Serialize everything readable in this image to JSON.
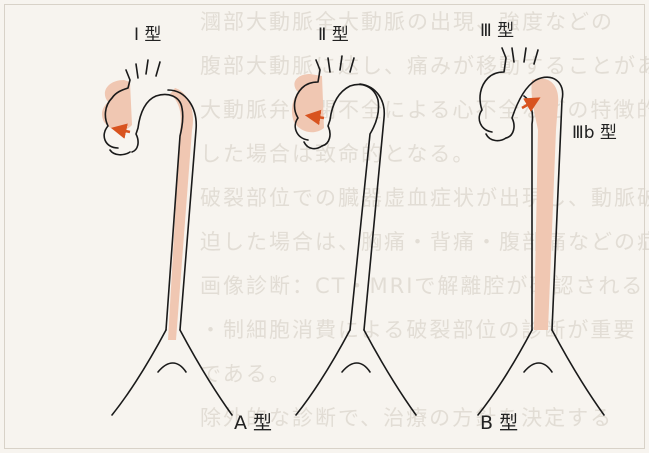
{
  "labels": {
    "type_I": "Ⅰ 型",
    "type_II": "Ⅱ 型",
    "type_III": "Ⅲ 型",
    "type_IIIb": "Ⅲb 型",
    "stanford_A": "A 型",
    "stanford_B": "B 型"
  },
  "colors": {
    "dissection_fill": "#f0c7b2",
    "entry_arrow": "#d8531f",
    "vessel_outline": "#1a1a1a",
    "background": "#f7f4ef"
  },
  "background_text": [
    "漍部大動脈全大動脈の出現、強度などの",
    "腹部大動脈に达し、痛みが移動することがある",
    "大動脈弁関閉不全による心不全などの特徴的",
    "した場合は致命的となる。",
    "破裂部位での臓器虚血症状が出現し、動脈破",
    "迫した場合は、胸痛・背痛・腹部痛などの症状",
    "画像診断：CT・MRIで解離腔が確認される",
    "・制細胞消費による破裂部位の診断が重要",
    "である。",
    "除外的な診断で、治療の方針を決定する"
  ]
}
